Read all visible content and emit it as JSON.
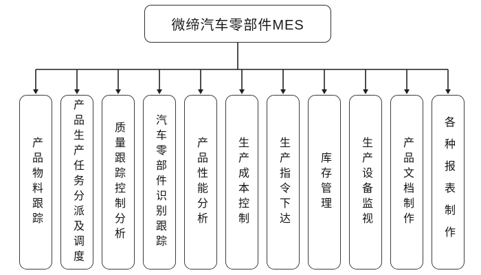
{
  "tree": {
    "root": {
      "label": "微缔汽车零部件MES"
    },
    "children": [
      {
        "label": "产品物料跟踪"
      },
      {
        "label": "产品生产任务分派及调度"
      },
      {
        "label": "质量跟踪控制分析"
      },
      {
        "label": "汽车零部件识别跟踪"
      },
      {
        "label": "产品性能分析"
      },
      {
        "label": "生产成本控制"
      },
      {
        "label": "生产指令下达"
      },
      {
        "label": "库存管理"
      },
      {
        "label": "生产设备监视"
      },
      {
        "label": "产品文档制作"
      },
      {
        "label": "各种报表制作"
      }
    ]
  },
  "colors": {
    "background": "#ffffff",
    "line": "#1f1f1f",
    "box_border": "#3a3a3a",
    "text": "#141414"
  }
}
